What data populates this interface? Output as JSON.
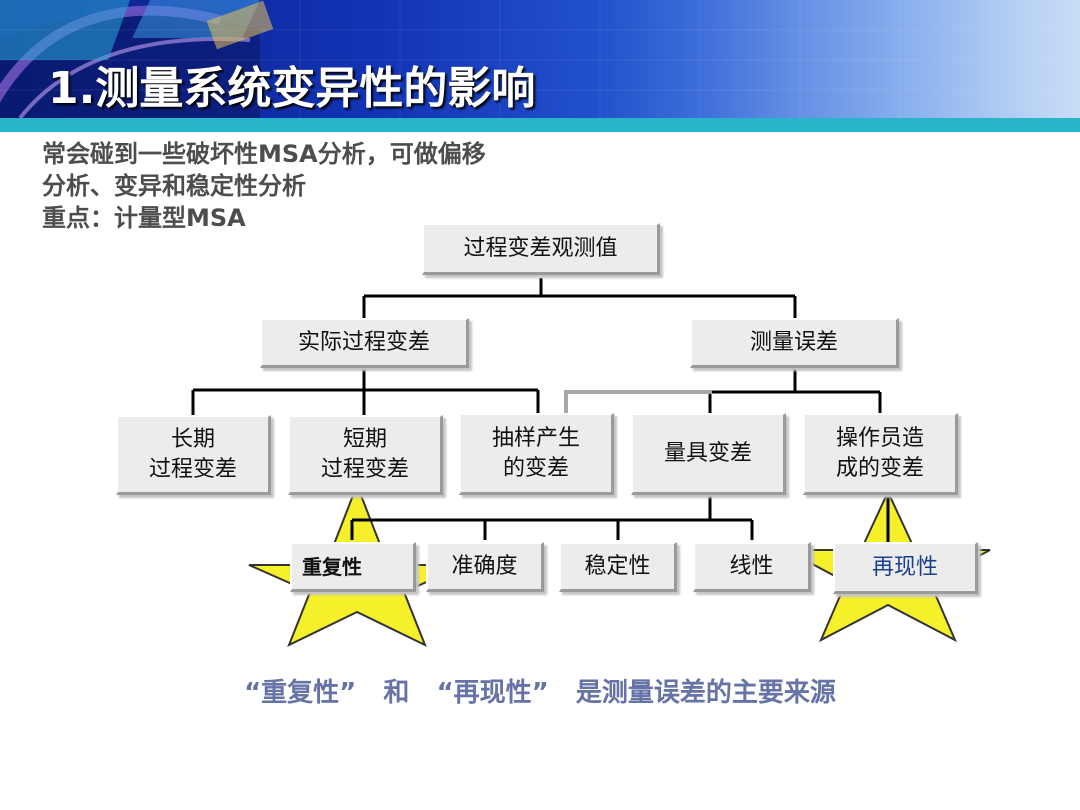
{
  "header": {
    "title": "1.测量系统变异性的影响"
  },
  "intro": {
    "lines": [
      "常会碰到一些破坏性MSA分析，可做偏移",
      "分析、变异和稳定性分析",
      "重点：计量型MSA"
    ]
  },
  "tree": {
    "root": "过程变差观测值",
    "level1": {
      "actual": "实际过程变差",
      "measurement": "测量误差"
    },
    "level2": {
      "long_term": [
        "长期",
        "过程变差"
      ],
      "short_term": [
        "短期",
        "过程变差"
      ],
      "sampling": [
        "抽样产生",
        "的变差"
      ],
      "gauge": "量具变差",
      "operator": [
        "操作员造",
        "成的变差"
      ]
    },
    "level3": {
      "repeatability": "重复性",
      "accuracy": "准确度",
      "stability": "稳定性",
      "linearity": "线性",
      "reproducibility": "再现性"
    }
  },
  "footer": {
    "part1": "“重复性”",
    "part2": "和",
    "part3": "“再现性”",
    "part4": "是测量误差的主要来源"
  },
  "colors": {
    "banner_dark": "#0b1f86",
    "banner_light": "#9cc3f0",
    "stripe": "#29b4c9",
    "star_fill": "#f5f02a",
    "footer_text": "#6673a6",
    "box_fill": "#ececec"
  }
}
